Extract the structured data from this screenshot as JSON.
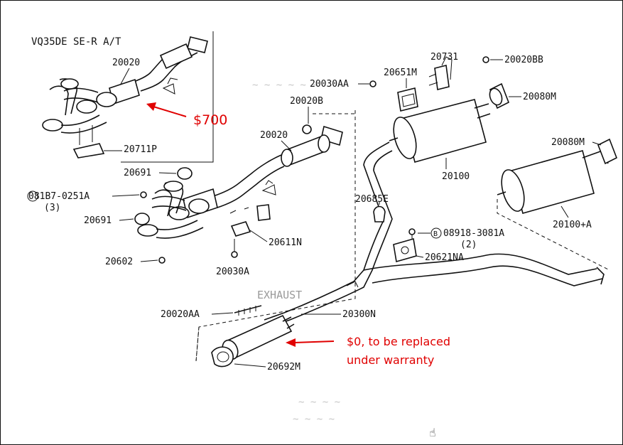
{
  "diagram": {
    "title": "VQ35DE SE-R A/T",
    "labels": {
      "p20020_top": "20020",
      "p20711P": "20711P",
      "p20691_a": "20691",
      "p081B7": "081B7-0251A",
      "p081B7_qty": "(3)",
      "p20691_b": "20691",
      "p20602": "20602",
      "p20020B": "20020B",
      "p20020_mid": "20020",
      "p20611N": "20611N",
      "p20030A": "20030A",
      "p20030AA": "20030AA",
      "p20651M": "20651M",
      "p20731": "20731",
      "p20020BB": "20020BB",
      "p20080M_top": "20080M",
      "p20100": "20100",
      "p20080M_right": "20080M",
      "p20100A": "20100+A",
      "p20685E": "20685E",
      "p08918": "08918-3081A",
      "p08918_qty": "(2)",
      "p20621NA": "20621NA",
      "p20020AA": "20020AA",
      "p20300N": "20300N",
      "p20692M": "20692M",
      "exhaust": "EXHAUST"
    },
    "annotations": {
      "price_top": "$700",
      "price_bottom_line1": "$0, to be replaced",
      "price_bottom_line2": "under warranty"
    },
    "colors": {
      "annotation": "#e00000",
      "linework": "#111111",
      "background": "#ffffff"
    }
  }
}
